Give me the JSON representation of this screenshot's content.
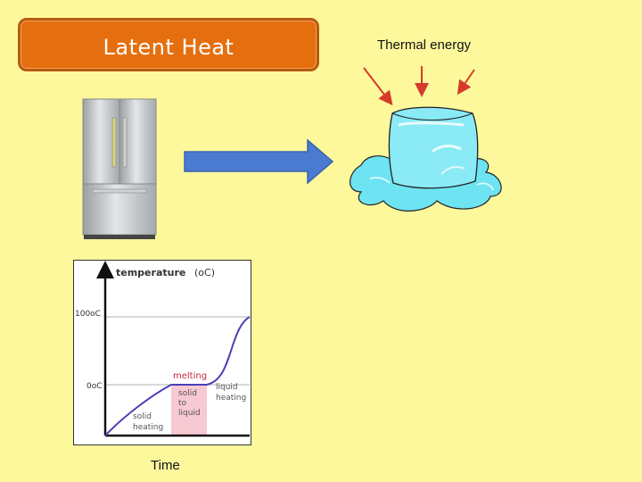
{
  "slide": {
    "title": "Latent Heat",
    "thermal_label": "Thermal energy",
    "time_label": "Time"
  },
  "graph": {
    "ylabel": "temperature",
    "yunit": "(oC)",
    "tick_100": "100oC",
    "tick_0": "0oC",
    "melting": "melting",
    "solid_to_liquid": [
      "solid",
      "to",
      "liquid"
    ],
    "solid_heating": [
      "solid",
      "heating"
    ],
    "liquid_heating": [
      "liquid",
      "heating"
    ]
  },
  "icons": {
    "fridge": "refrigerator-illustration",
    "arrow": "right-arrow",
    "ice": "melting-ice-cube-illustration"
  },
  "colors": {
    "background": "#fdf89c",
    "title_box": "#e56f0f",
    "arrow": "#4a7bd0",
    "heat_arrows": "#d63a2a",
    "ice": "#6ee3f2",
    "curve": "#4a3fb5",
    "melting_band": "#f7c9d3"
  }
}
